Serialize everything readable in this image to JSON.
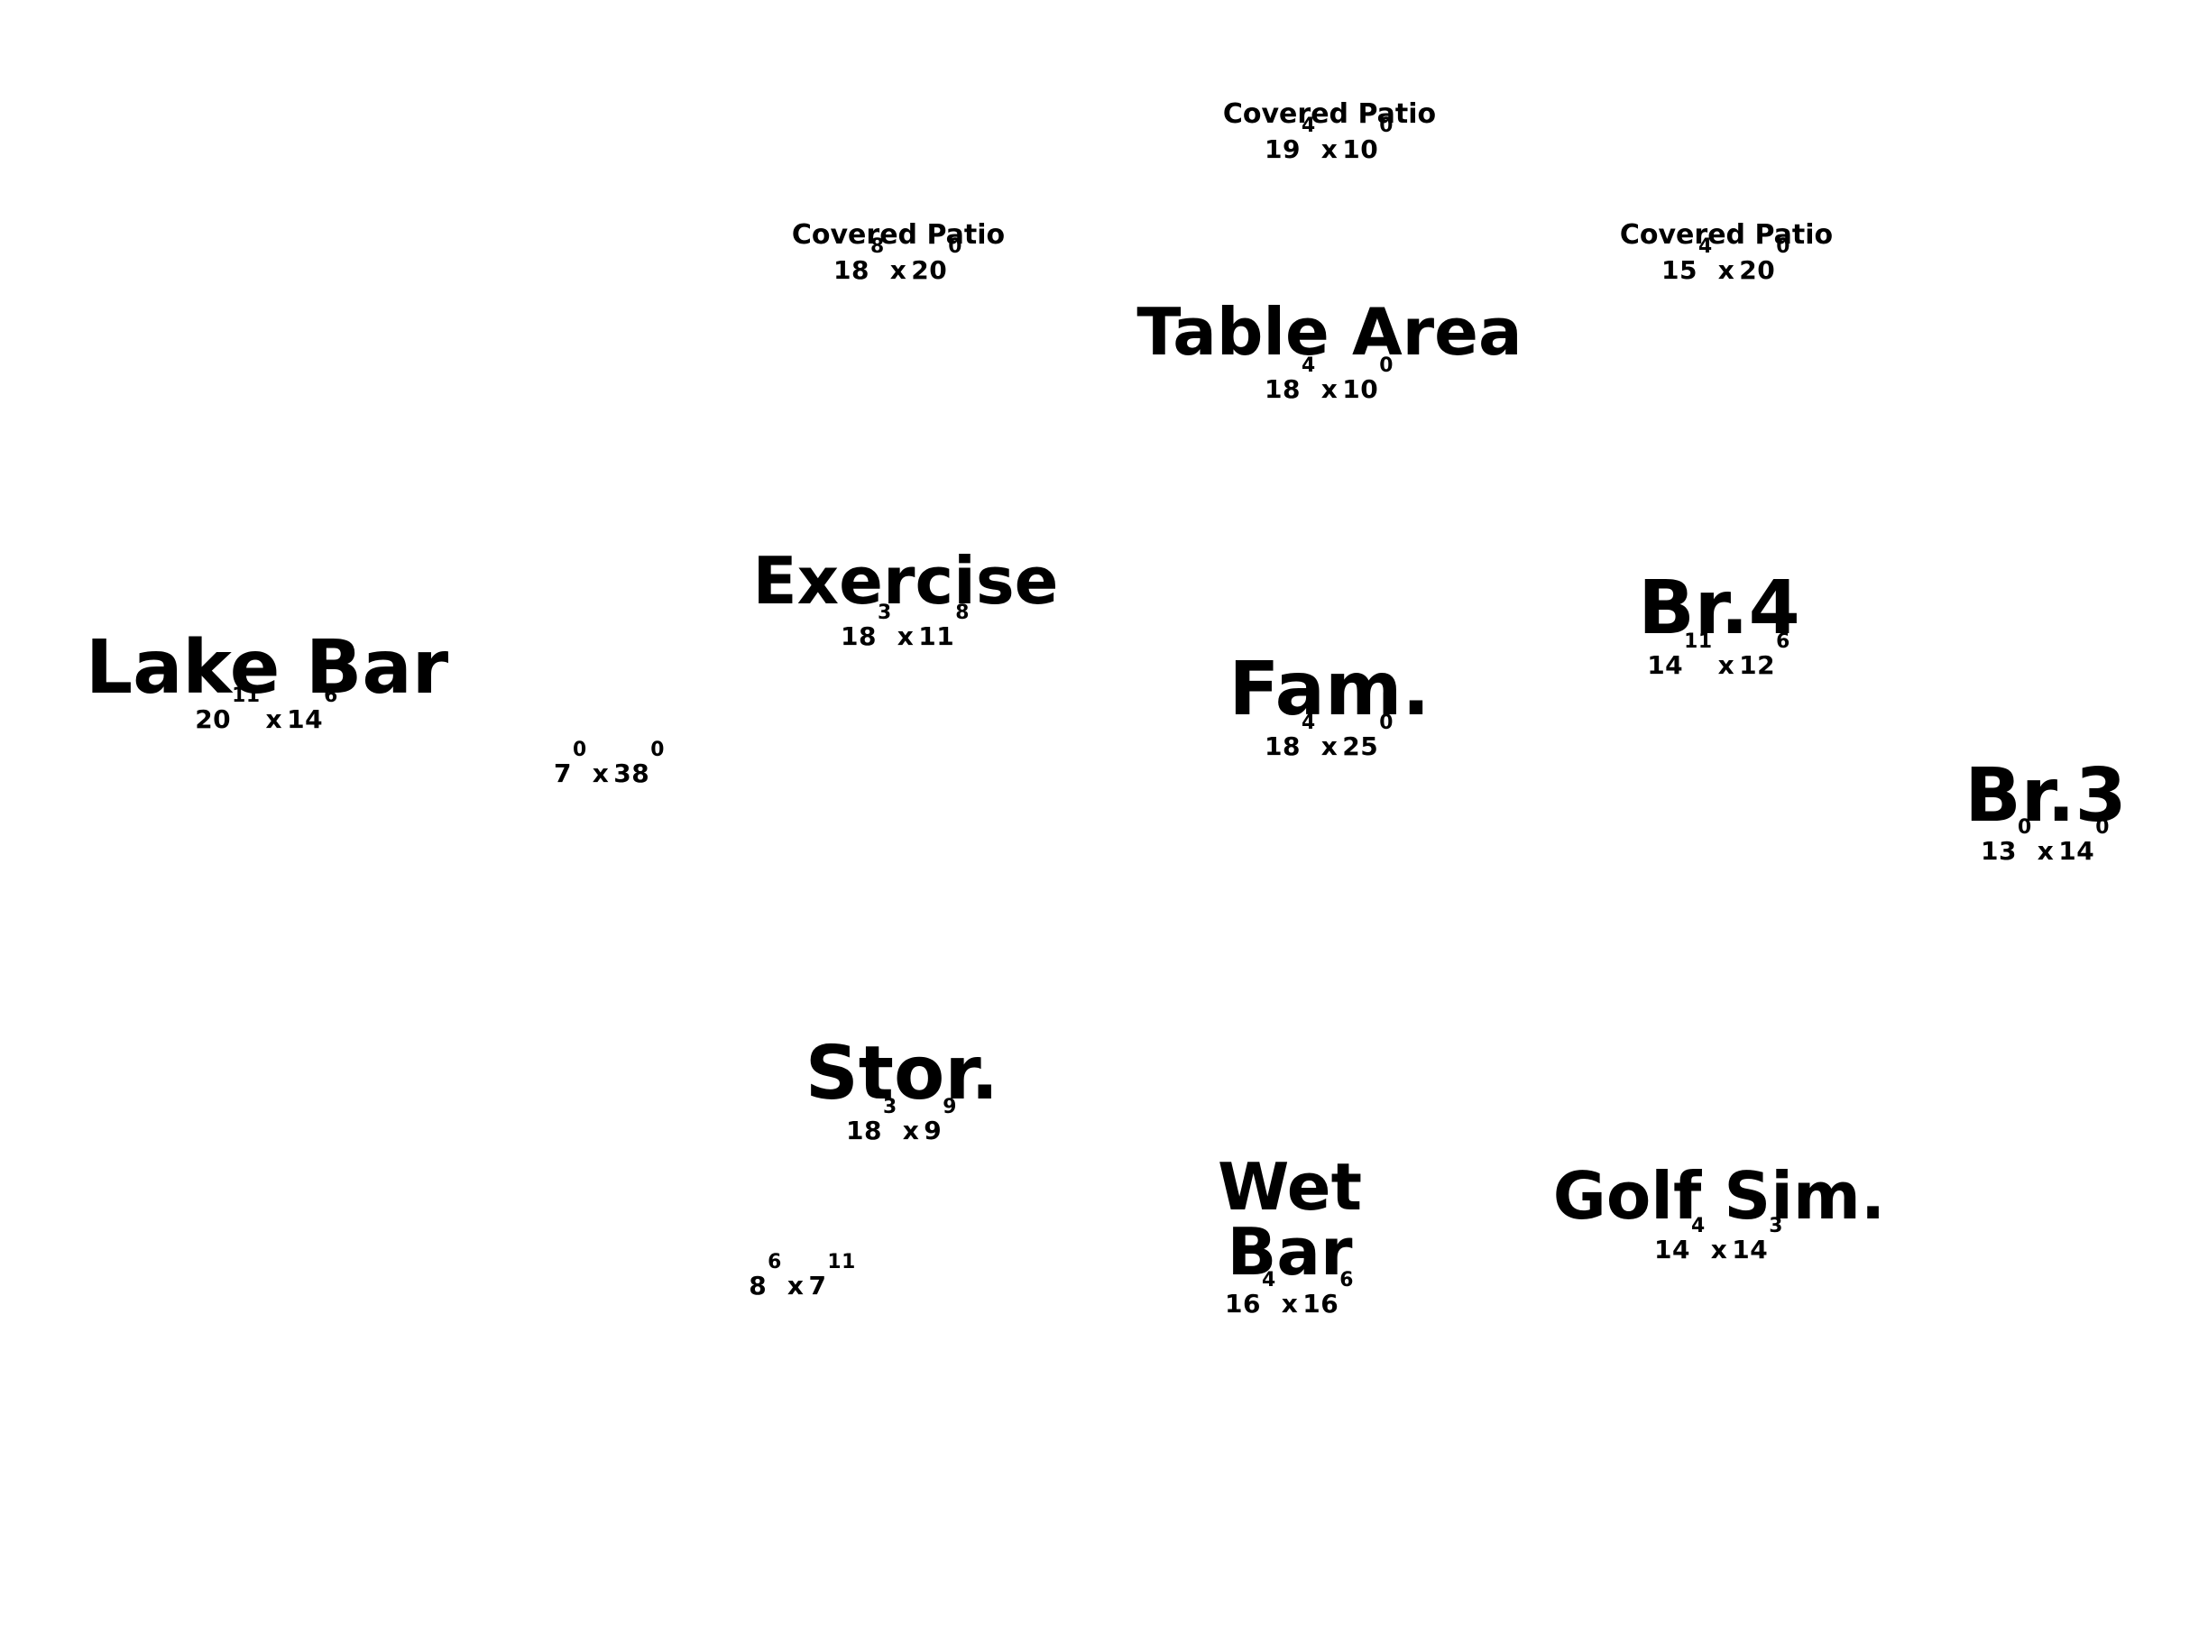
{
  "rooms": {
    "covered_patio_top": {
      "name": "Covered Patio",
      "w": "19",
      "w_in": "4",
      "d": "10",
      "d_in": "0"
    },
    "covered_patio_left": {
      "name": "Covered Patio",
      "w": "18",
      "w_in": "8",
      "d": "20",
      "d_in": "0"
    },
    "covered_patio_right": {
      "name": "Covered Patio",
      "w": "15",
      "w_in": "4",
      "d": "20",
      "d_in": "0"
    },
    "table_area": {
      "name": "Table Area",
      "w": "18",
      "w_in": "4",
      "d": "10",
      "d_in": "0"
    },
    "exercise": {
      "name": "Exercise",
      "w": "18",
      "w_in": "3",
      "d": "11",
      "d_in": "8"
    },
    "lake_bar": {
      "name": "Lake Bar",
      "w": "20",
      "w_in": "11",
      "d": "14",
      "d_in": "6"
    },
    "fam": {
      "name": "Fam.",
      "w": "18",
      "w_in": "4",
      "d": "25",
      "d_in": "0"
    },
    "br4": {
      "name": "Br.4",
      "w": "14",
      "w_in": "11",
      "d": "12",
      "d_in": "6"
    },
    "br3": {
      "name": "Br.3",
      "w": "13",
      "w_in": "0",
      "d": "14",
      "d_in": "0"
    },
    "stor": {
      "name": "Stor.",
      "w": "18",
      "w_in": "3",
      "d": "9",
      "d_in": "9"
    },
    "wet_bar": {
      "name_line1": "Wet",
      "name_line2": "Bar",
      "w": "16",
      "w_in": "4",
      "d": "16",
      "d_in": "6"
    },
    "golf_sim": {
      "name": "Golf Sim.",
      "w": "14",
      "w_in": "4",
      "d": "14",
      "d_in": "3"
    }
  },
  "unlabeled": {
    "hall": {
      "w": "7",
      "w_in": "0",
      "d": "38",
      "d_in": "0"
    },
    "closet": {
      "w": "8",
      "w_in": "6",
      "d": "7",
      "d_in": "11"
    }
  },
  "separator": "x"
}
